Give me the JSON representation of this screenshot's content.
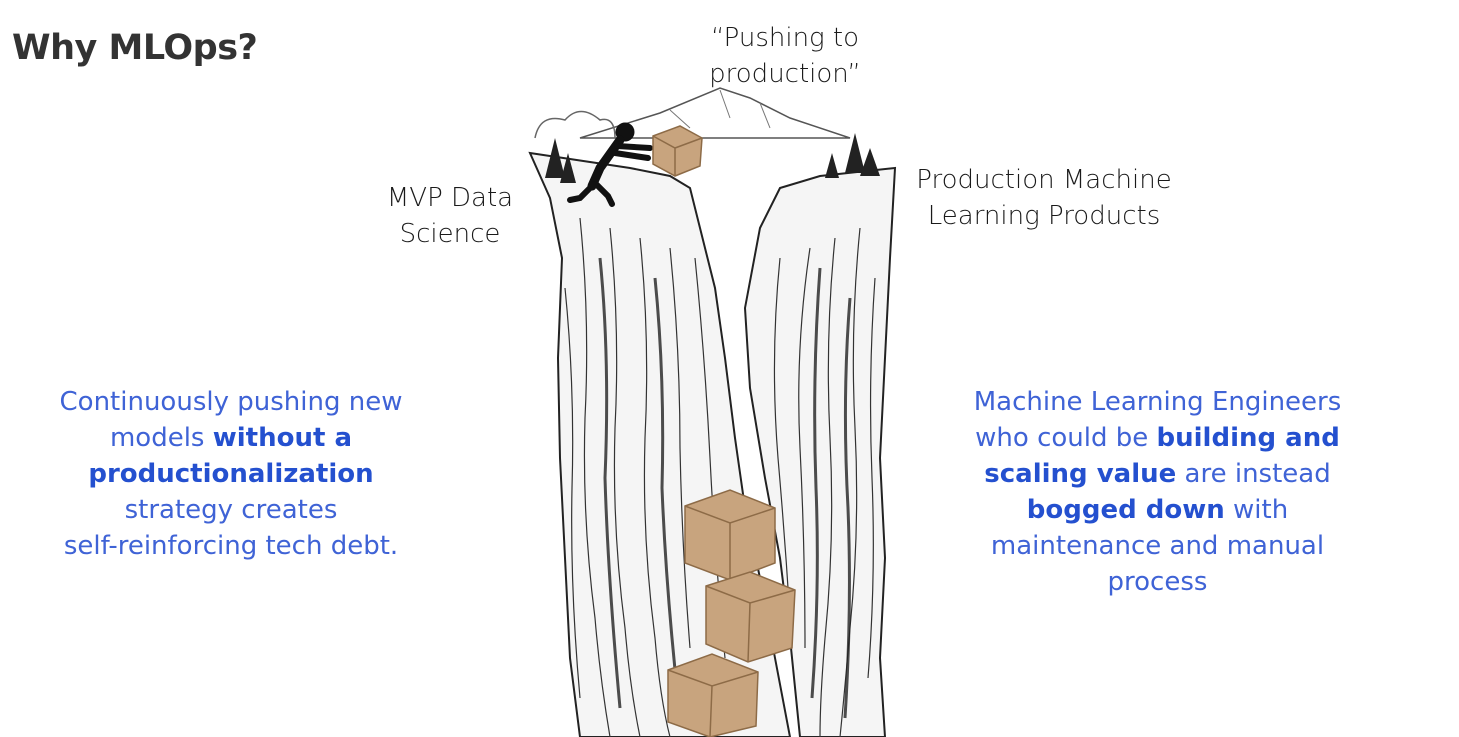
{
  "title": "Why MLOps?",
  "labels": {
    "pushing": [
      "“Pushing to",
      "production”"
    ],
    "mvp": [
      "MVP Data",
      "Science"
    ],
    "production": [
      "Production Machine",
      "Learning Products"
    ]
  },
  "left_text": {
    "p1": "Continuously pushing new",
    "p2": "models ",
    "b1": "without a",
    "b2": "productionalization",
    "p3": "strategy creates",
    "p4": "self-reinforcing tech debt."
  },
  "right_text": {
    "p1": "Machine Learning Engineers",
    "p2": "who could be ",
    "b1": "building and",
    "b2": "scaling value",
    "p3": " are instead",
    "b3": "bogged down",
    "p4": " with",
    "p5": "maintenance and manual",
    "p6": "process"
  },
  "colors": {
    "accent_blue": "#3f63d6",
    "box_brown": "#c8a47e"
  },
  "illustration": "cliff-chasm-with-person-pushing-boxes"
}
